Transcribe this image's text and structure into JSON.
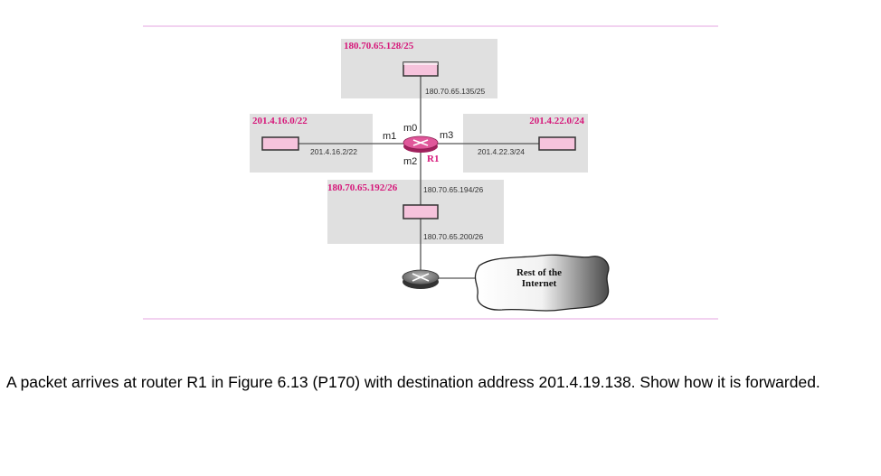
{
  "diagram": {
    "networks": {
      "top": {
        "prefix": "180.70.65.128/25",
        "host_address": "180.70.65.135/25"
      },
      "left": {
        "prefix": "201.4.16.0/22",
        "host_address": "201.4.16.2/22"
      },
      "right": {
        "prefix": "201.4.22.0/24",
        "host_address": "201.4.22.3/24"
      },
      "bottom": {
        "prefix": "180.70.65.192/26",
        "router_address": "180.70.65.194/26",
        "host_address": "180.70.65.200/26"
      }
    },
    "router": {
      "name": "R1",
      "interfaces": {
        "m0": "m0",
        "m1": "m1",
        "m2": "m2",
        "m3": "m3"
      }
    },
    "cloud": {
      "line1": "Rest of the",
      "line2": "Internet"
    },
    "colors": {
      "accent": "#d6187a",
      "router_fill": "#e0579a",
      "host_fill": "#f6c3dc",
      "box_fill": "#e0e0e0",
      "rule": "#e6a6e0"
    }
  },
  "question": {
    "text": "A packet arrives at router R1 in Figure 6.13 (P170) with destination address 201.4.19.138. Show how it is forwarded."
  }
}
